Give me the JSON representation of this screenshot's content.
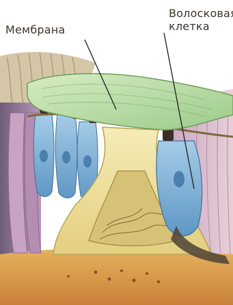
{
  "labels": {
    "membrane": "Мембрана",
    "hair_cell_line1": "Волосковая",
    "hair_cell_line2": "клетка"
  },
  "colors": {
    "background": "#ffffff",
    "membrane": "#b7d9a3",
    "support_yellow": "#efe2a0",
    "hair_cell_blue": "#7fb2d8",
    "tissue_pink": "#d9b9c8",
    "base_orange": "#dba04d",
    "leader_line": "#2a2a2a"
  },
  "icons": {
    "membrane": "tectorial-membrane-shape",
    "hair_cells": "hair-cell-bundles",
    "nerve": "nerve-fiber-bundle"
  }
}
